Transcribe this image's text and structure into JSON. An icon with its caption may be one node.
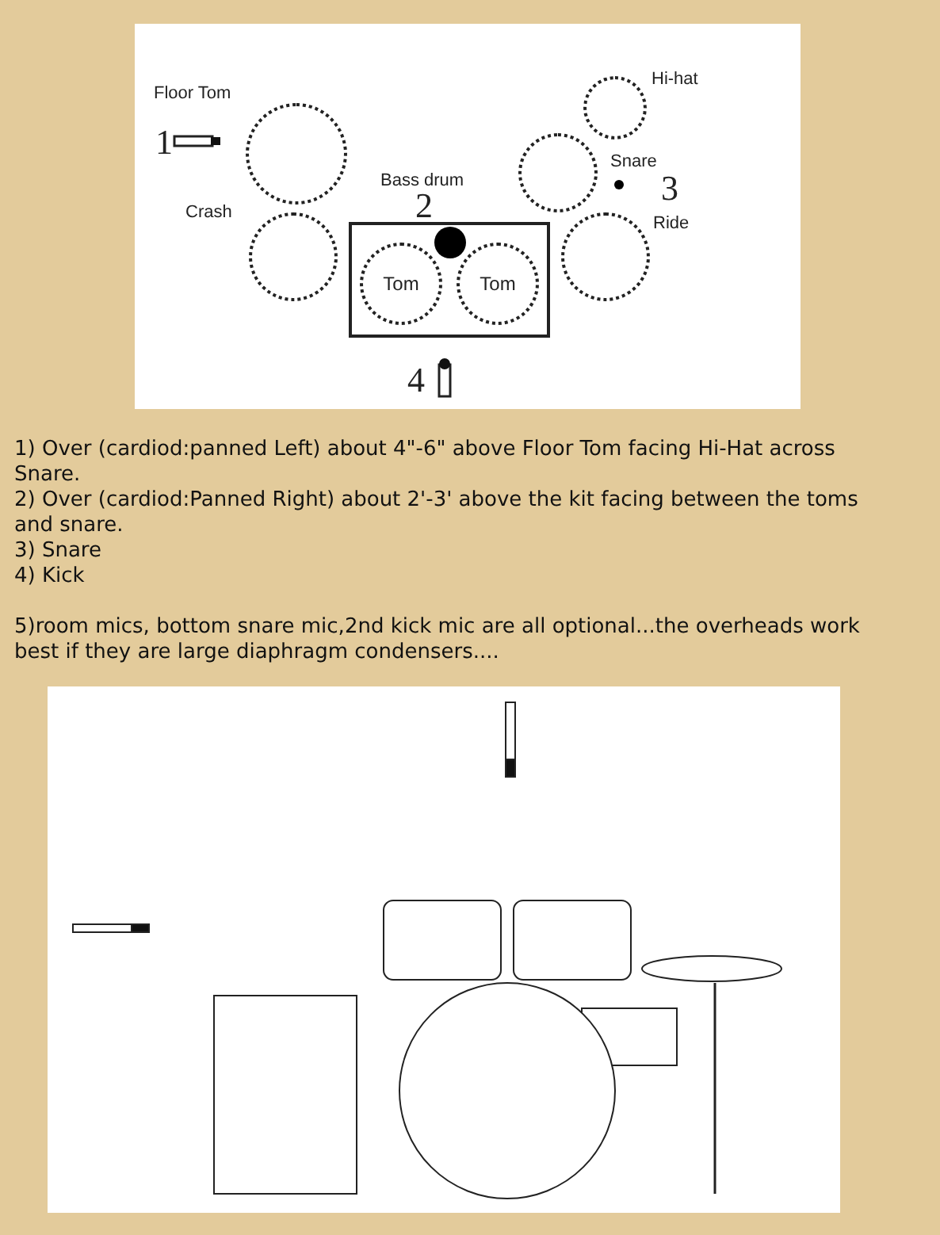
{
  "diagram": {
    "nodes": [
      {
        "text": [
          "Floor Tom"
        ]
      },
      {
        "text": [
          "Crash"
        ]
      },
      {
        "text": [
          "Bass drum"
        ]
      },
      {
        "text": [
          "Tom"
        ],
        "in": 2
      },
      {
        "text": [
          "Tom"
        ],
        "in": 2
      },
      {
        "text": [
          "Hi-hat"
        ]
      },
      {
        "text": [
          "Snare"
        ]
      },
      {
        "text": [
          "Ride"
        ]
      }
    ],
    "edges": [],
    "labels": [
      "1",
      "2",
      "3",
      "4",
      "1) Over (cardiod:panned Left) about 4\"-6\" above Floor Tom facing Hi-Hat across Snare.",
      "2) Over (cardiod:Panned Right) about 2'-3' above the kit facing between the toms and snare.",
      "3) Snare",
      "4) Kick",
      "5)room mics, bottom snare mic,2nd kick mic are all optional...the overheads work best if they are large diaphragm condensers...."
    ]
  }
}
